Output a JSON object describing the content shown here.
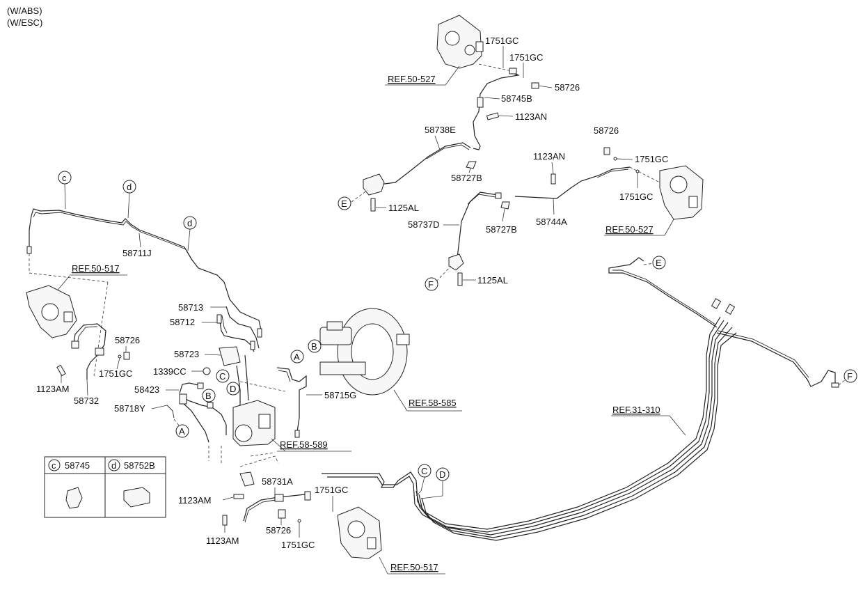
{
  "header": {
    "line1": "(W/ABS)",
    "line2": "(W/ESC)"
  },
  "labels": {
    "p1751GC_a": "1751GC",
    "p1751GC_b": "1751GC",
    "p58726_a": "58726",
    "p58745B": "58745B",
    "p1123AN_a": "1123AN",
    "p58738E": "58738E",
    "p58727B_a": "58727B",
    "p1125AL_a": "1125AL",
    "p58726_b": "58726",
    "p1123AN_b": "1123AN",
    "p1751GC_c": "1751GC",
    "p1751GC_d": "1751GC",
    "p58737D": "58737D",
    "p58727B_b": "58727B",
    "p58744A": "58744A",
    "p1125AL_b": "1125AL",
    "p58711J": "58711J",
    "p58713": "58713",
    "p58712": "58712",
    "p58723": "58723",
    "p1339CC": "1339CC",
    "p58423": "58423",
    "p58718Y": "58718Y",
    "p58715G": "58715G",
    "p58726_c": "58726",
    "p1751GC_e": "1751GC",
    "p1123AM_a": "1123AM",
    "p58732": "58732",
    "p58731A": "58731A",
    "p1751GC_f": "1751GC",
    "p1123AM_b": "1123AM",
    "p1123AM_c": "1123AM",
    "p58726_d": "58726",
    "p1751GC_g": "1751GC"
  },
  "refs": {
    "ref_50_527_a": "REF.50-527",
    "ref_50_527_b": "REF.50-527",
    "ref_50_517_a": "REF.50-517",
    "ref_58_585": "REF.58-585",
    "ref_58_589": "REF.58-589",
    "ref_31_310": "REF.31-310",
    "ref_50_517_b": "REF.50-517"
  },
  "callouts": {
    "c1": "c",
    "d1": "d",
    "d2": "d",
    "E1": "E",
    "F1": "F",
    "E2": "E",
    "F2": "F",
    "A1": "A",
    "B1": "B",
    "A2": "A",
    "B2": "B",
    "C1": "C",
    "D1": "D",
    "C2": "C",
    "D2": "D"
  },
  "legend": {
    "c_letter": "c",
    "c_part": "58745",
    "d_letter": "d",
    "d_part": "58752B"
  }
}
